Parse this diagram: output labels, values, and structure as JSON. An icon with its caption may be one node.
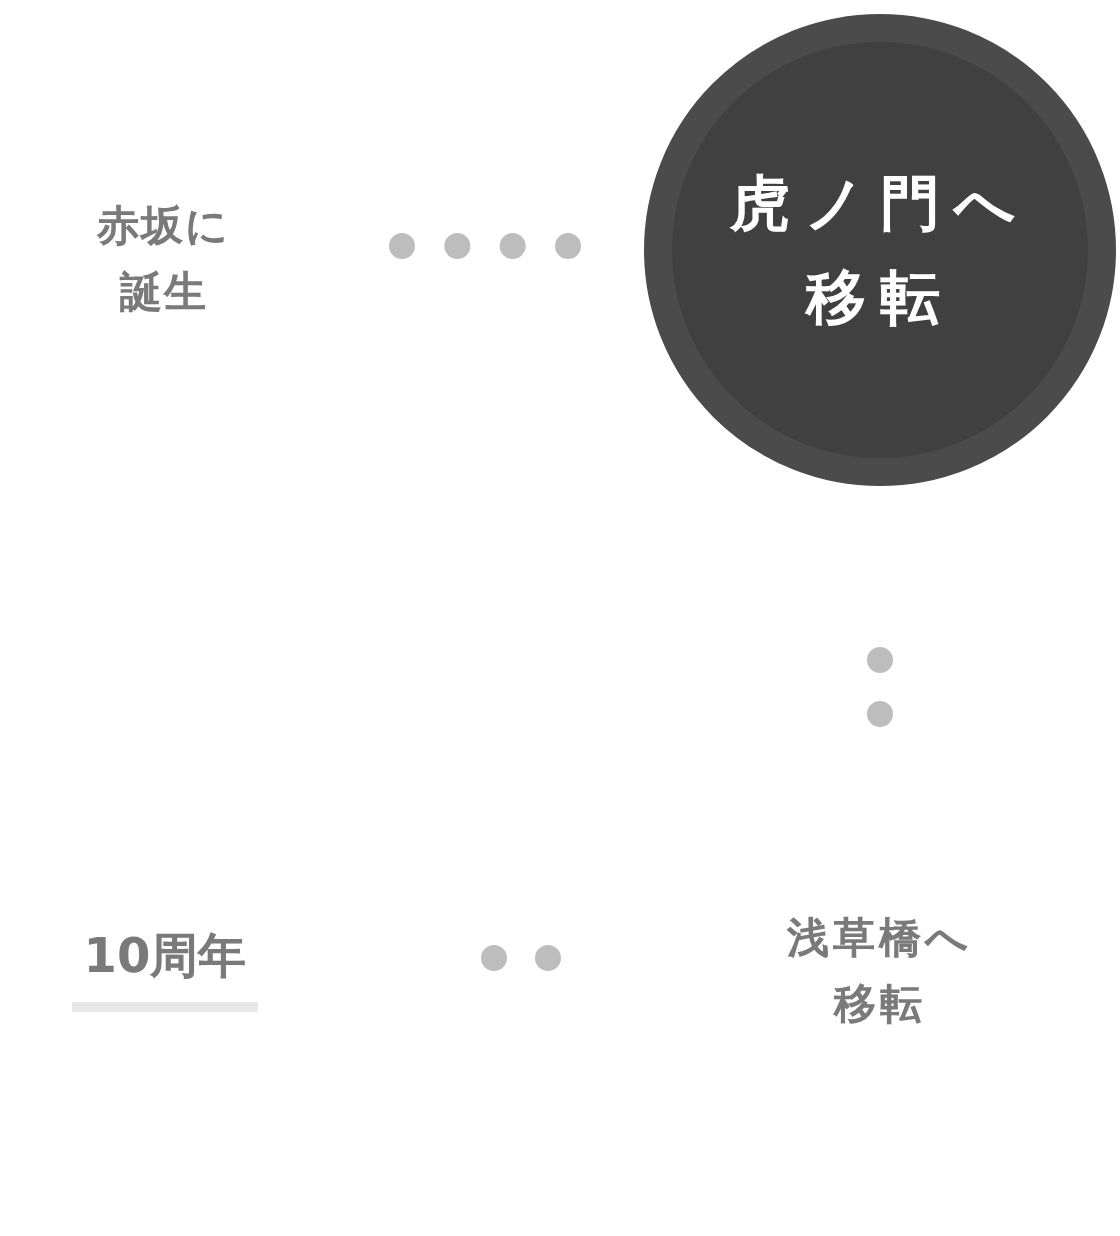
{
  "diagram": {
    "nodes": [
      {
        "text": [
          "赤坂に誕生"
        ]
      },
      {
        "text": [
          "虎ノ門へ移転"
        ]
      },
      {
        "text": [
          "浅草橋へ移転"
        ]
      },
      {
        "text": [
          "10周年"
        ]
      }
    ],
    "edges": [
      {
        "from": 0,
        "to": 1,
        "arrow": "none",
        "style": "dashed"
      },
      {
        "from": 1,
        "to": 2,
        "arrow": "none",
        "style": "dashed"
      },
      {
        "from": 2,
        "to": 3,
        "arrow": "none",
        "style": "dashed"
      }
    ]
  }
}
